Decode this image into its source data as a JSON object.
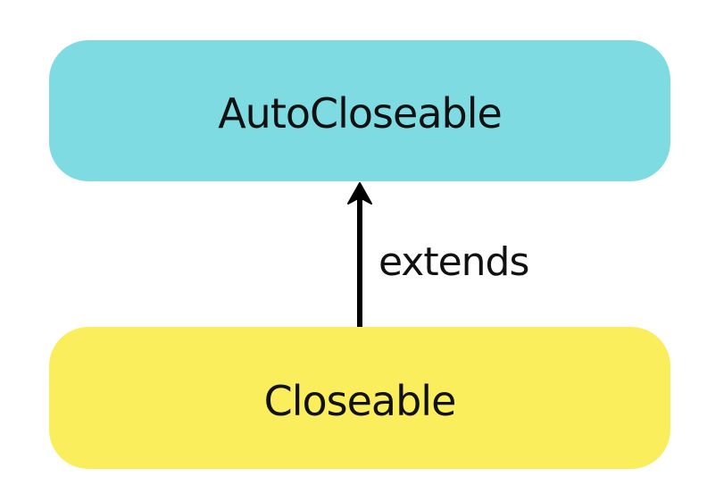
{
  "diagram": {
    "type": "class-hierarchy",
    "nodes": [
      {
        "id": "autocloseable",
        "label": "AutoCloseable",
        "fill": "#7FDBE2",
        "text_color": "#111111",
        "shape": "rounded-rectangle"
      },
      {
        "id": "closeable",
        "label": "Closeable",
        "fill": "#FAEE5C",
        "text_color": "#111111",
        "shape": "rounded-rectangle"
      }
    ],
    "edge": {
      "from": "closeable",
      "to": "autocloseable",
      "label": "extends",
      "color": "#000000",
      "direction": "up"
    }
  },
  "canvas": {
    "background": "#FFFFFF"
  }
}
